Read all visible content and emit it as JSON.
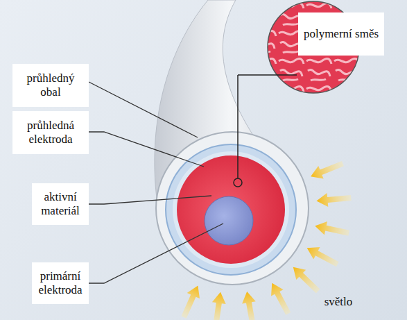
{
  "diagram": {
    "labels": [
      "průhledný obal",
      "průhledná elektroda",
      "aktivní materiál",
      "primární elektroda",
      "polymerní směs",
      "světlo"
    ]
  }
}
